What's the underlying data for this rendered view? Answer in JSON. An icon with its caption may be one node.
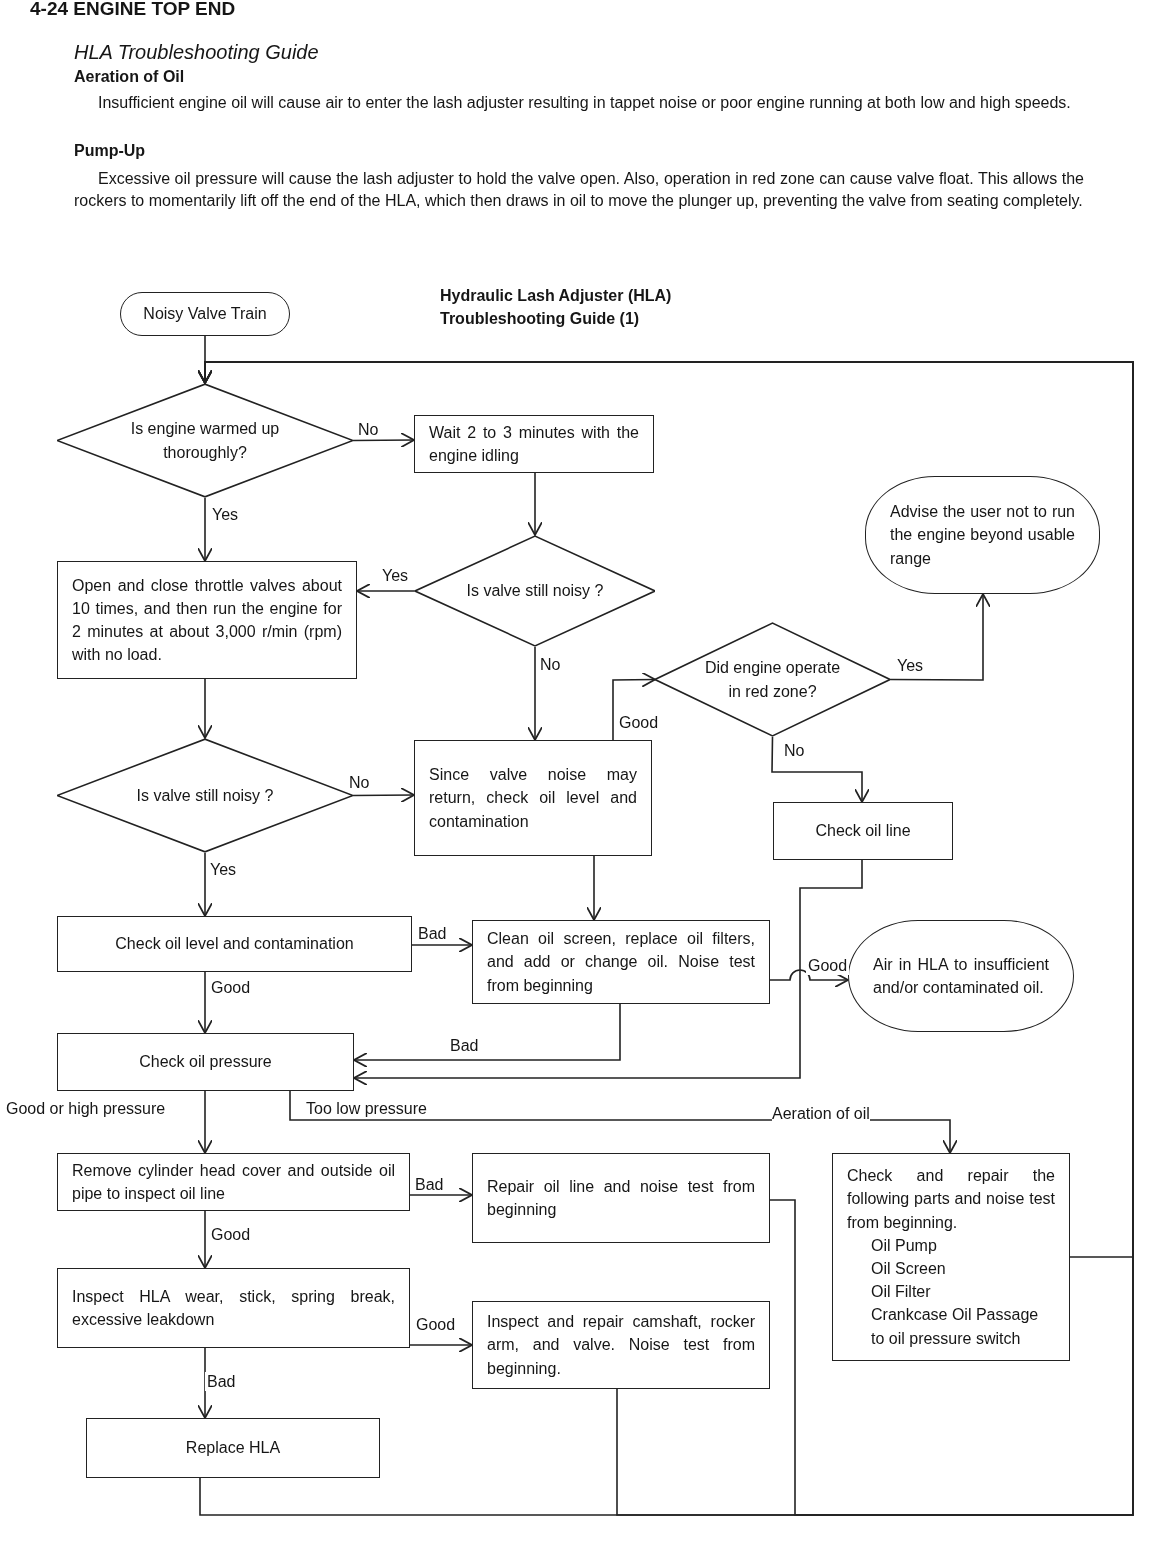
{
  "diagram": {
    "title": "Hydraulic Lash Adjuster (HLA) Troubleshooting Guide (1)",
    "nodes": [
      {
        "text": [
          "Noisy Valve Train"
        ]
      },
      {
        "text": [
          "Is engine warmed up thoroughly?"
        ]
      },
      {
        "text": [
          "Wait 2 to 3 minutes with the engine idling"
        ]
      },
      {
        "text": [
          "Open and close throttle valves about 10 times, and then run the engine for 2 minutes at about 3,000 r/min (rpm) with no load."
        ]
      },
      {
        "text": [
          "Is valve still noisy ?"
        ]
      },
      {
        "text": [
          "Advise the user not to run the engine beyond usable range"
        ]
      },
      {
        "text": [
          "Did engine operate in red zone?"
        ]
      },
      {
        "text": [
          "Is valve still noisy ?"
        ]
      },
      {
        "text": [
          "Since valve noise may return, check oil level and contamination"
        ]
      },
      {
        "text": [
          "Check oil line"
        ]
      },
      {
        "text": [
          "Check oil level and contamination"
        ]
      },
      {
        "text": [
          "Clean oil screen, replace oil filters, and add or change oil. Noise test from beginning"
        ]
      },
      {
        "text": [
          "Air in HLA to insufficient and/or contaminated oil."
        ]
      },
      {
        "text": [
          "Check oil pressure"
        ]
      },
      {
        "text": [
          "Remove cylinder head cover and outside oil pipe to inspect oil line"
        ]
      },
      {
        "text": [
          "Repair oil line and noise test from beginning"
        ]
      },
      {
        "text": [
          "Check and repair the following parts and noise test from beginning.",
          "Oil Pump",
          "Oil Screen",
          "Oil Filter",
          "Crankcase Oil Passage to oil pressure switch"
        ]
      },
      {
        "text": [
          "Inspect HLA wear, stick, spring break, excessive leakdown"
        ]
      },
      {
        "text": [
          "Inspect and repair camshaft, rocker arm, and valve. Noise test from beginning."
        ]
      },
      {
        "text": [
          "Replace HLA"
        ]
      }
    ],
    "edges": [
      {
        "from": 0,
        "to": 1,
        "arrow": "to"
      },
      {
        "from": 1,
        "to": 2,
        "label": "No",
        "arrow": "to"
      },
      {
        "from": 1,
        "to": 3,
        "label": "Yes",
        "arrow": "to"
      },
      {
        "from": 2,
        "to": 4,
        "arrow": "to"
      },
      {
        "from": 4,
        "to": 3,
        "label": "Yes",
        "arrow": "to"
      },
      {
        "from": 4,
        "to": 8,
        "label": "No",
        "arrow": "to"
      },
      {
        "from": 8,
        "to": 6,
        "label": "Good",
        "arrow": "to"
      },
      {
        "from": 6,
        "to": 5,
        "label": "Yes",
        "arrow": "to"
      },
      {
        "from": 6,
        "to": 9,
        "label": "No",
        "arrow": "to"
      },
      {
        "from": 3,
        "to": 7,
        "arrow": "to"
      },
      {
        "from": 7,
        "to": 8,
        "label": "No",
        "arrow": "to"
      },
      {
        "from": 7,
        "to": 10,
        "label": "Yes",
        "arrow": "to"
      },
      {
        "from": 8,
        "to": 11,
        "arrow": "to"
      },
      {
        "from": 10,
        "to": 11,
        "label": "Bad",
        "arrow": "to"
      },
      {
        "from": 11,
        "to": 12,
        "label": "Good",
        "arrow": "to"
      },
      {
        "from": 10,
        "to": 13,
        "label": "Good",
        "arrow": "to"
      },
      {
        "from": 11,
        "to": 13,
        "label": "Bad",
        "arrow": "to"
      },
      {
        "from": 9,
        "to": 13,
        "arrow": "to"
      },
      {
        "from": 13,
        "to": 14,
        "label": "Good or high pressure",
        "arrow": "to"
      },
      {
        "from": 13,
        "to": 16,
        "label": "Too low pressure",
        "arrow": "to"
      },
      {
        "from": 14,
        "to": 15,
        "label": "Bad",
        "arrow": "to"
      },
      {
        "from": 14,
        "to": 17,
        "label": "Good",
        "arrow": "to"
      },
      {
        "from": 17,
        "to": 18,
        "label": "Good",
        "arrow": "to"
      },
      {
        "from": 17,
        "to": 19,
        "label": "Bad",
        "arrow": "to"
      },
      {
        "from": 15,
        "to": 1,
        "arrow": "to"
      },
      {
        "from": 16,
        "to": 1,
        "arrow": "to"
      },
      {
        "from": 18,
        "to": 1,
        "arrow": "to"
      },
      {
        "from": 19,
        "to": 1,
        "arrow": "to"
      }
    ],
    "labels": [
      "4-24 ENGINE TOP END",
      "HLA Troubleshooting Guide",
      "Aeration of Oil",
      "Insufficient engine oil will cause air to enter the lash adjuster resulting in tappet noise or poor engine running at both low and high speeds.",
      "Pump-Up",
      "Excessive oil pressure will cause the lash adjuster to hold the valve open. Also, operation in red zone can cause valve float. This allows the rockers to momentarily lift off the end of the HLA, which then draws in oil to move the plunger up, preventing the valve from seating completely.",
      "Aeration of oil"
    ]
  }
}
